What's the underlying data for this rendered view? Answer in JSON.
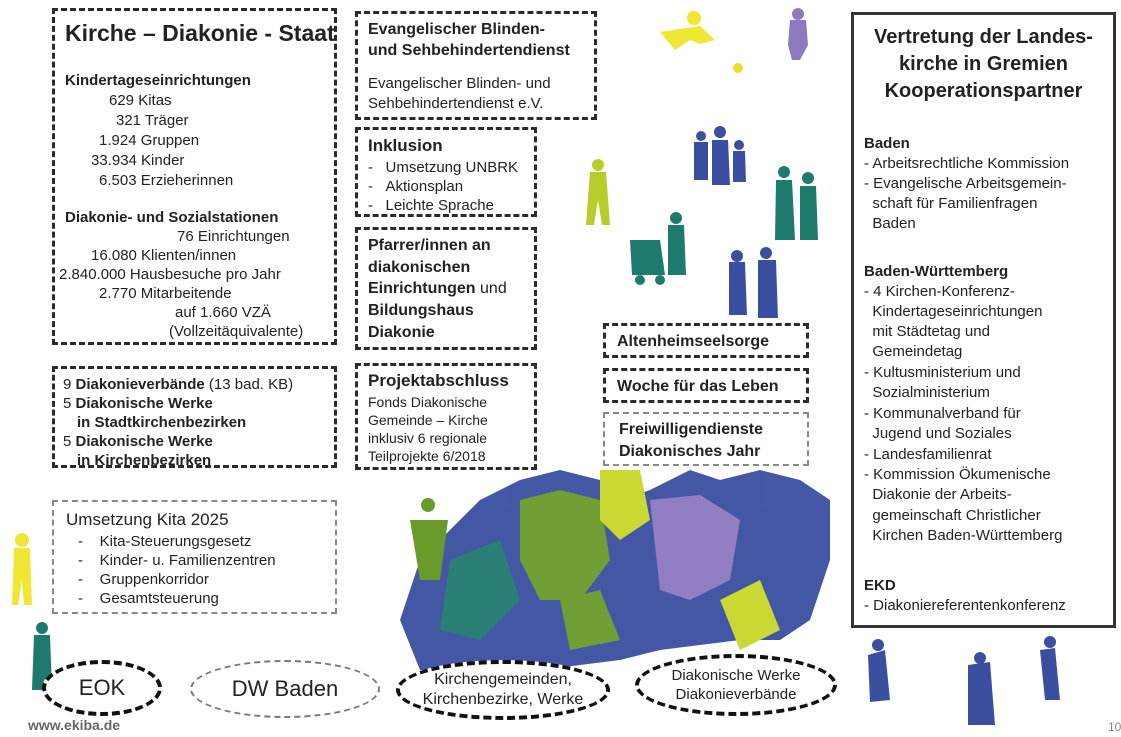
{
  "box_kds": {
    "title": "Kirche – Diakonie - Staat",
    "kita_heading": "Kindertageseinrichtungen",
    "kita_lines": [
      "629 Kitas",
      "321 Träger",
      "1.924 Gruppen",
      "33.934 Kinder",
      "6.503 Erzieherinnen"
    ],
    "diak_heading": "Diakonie- und Sozialstationen",
    "diak_lines": [
      "76 Einrichtungen",
      "16.080 Klienten/innen",
      "2.840.000 Hausbesuche pro Jahr",
      "2.770 Mitarbeitende",
      "auf 1.660 VZÄ",
      "(Vollzeitäquivalente)"
    ]
  },
  "box_verbaende": {
    "l1_num": "9",
    "l1_bold": "Diakonieverbände",
    "l1_rest": "(13 bad. KB)",
    "l2_num": "5",
    "l2_bold": "Diakonische Werke",
    "l2_cont": "in Stadtkirchenbezirken",
    "l3_num": "5",
    "l3_bold": "Diakonische Werke",
    "l3_cont": "in Kirchenbezirken"
  },
  "box_kita2025": {
    "title": "Umsetzung Kita 2025",
    "items": [
      "Kita-Steuerungsgesetz",
      "Kinder- u. Familienzentren",
      "Gruppenkorridor",
      "Gesamtsteuerung"
    ]
  },
  "box_blinden": {
    "title_l1": "Evangelischer Blinden-",
    "title_l2": "und Sehbehindertendienst",
    "body_l1": "Evangelischer Blinden- und",
    "body_l2": "Sehbehindertendienst e.V."
  },
  "box_inklusion": {
    "title": "Inklusion",
    "items": [
      "Umsetzung UNBRK",
      "Aktionsplan",
      "Leichte Sprache"
    ]
  },
  "box_pfarrer": {
    "l1": "Pfarrer/innen an",
    "l2": "diakonischen",
    "l3_bold": "Einrichtungen",
    "l3_rest": "und",
    "l4": "Bildungshaus",
    "l5": "Diakonie"
  },
  "box_projekt": {
    "title": "Projektabschluss",
    "lines": [
      "Fonds Diakonische",
      "Gemeinde – Kirche",
      "inklusiv 6  regionale",
      "Teilprojekte 6/2018"
    ]
  },
  "box_altenheim": {
    "label": "Altenheimseelsorge"
  },
  "box_woche": {
    "label": "Woche für das Leben"
  },
  "box_freiwillig": {
    "l1": "Freiwilligendienste",
    "l2": "Diakonisches Jahr"
  },
  "box_vertretung": {
    "title": [
      "Vertretung der Landes-",
      "kirche in Gremien",
      "Kooperationspartner"
    ],
    "baden_heading": "Baden",
    "baden_items": [
      "- Arbeitsrechtliche Kommission",
      "- Evangelische Arbeitsgemein-",
      "  schaft für Familienfragen",
      "  Baden"
    ],
    "bw_heading": "Baden-Württemberg",
    "bw_items": [
      "- 4 Kirchen-Konferenz-",
      "  Kindertageseinrichtungen",
      "  mit Städtetag und",
      "  Gemeindetag",
      "- Kultusministerium und",
      "  Sozialministerium",
      "- Kommunalverband für",
      "  Jugend und Soziales",
      "- Landesfamilienrat",
      "- Kommission Ökumenische",
      "  Diakonie der Arbeits-",
      "  gemeinschaft Christlicher",
      "  Kirchen Baden-Württemberg"
    ],
    "ekd_heading": "EKD",
    "ekd_items": [
      "- Diakoniereferentenkonferenz"
    ]
  },
  "ellipses": {
    "eok": "EOK",
    "dw": "DW Baden",
    "kirchen_l1": "Kirchengemeinden,",
    "kirchen_l2": "Kirchenbezirke, Werke",
    "diak_l1": "Diakonische Werke",
    "diak_l2": "Diakonieverbände"
  },
  "footer": {
    "url": "www.ekiba.de",
    "page": "10"
  },
  "colors": {
    "green": "#6a9a2c",
    "lime": "#c8d62a",
    "teal": "#1f7a6e",
    "blue": "#3b4fa0",
    "purple": "#8d79c0",
    "yellow": "#f0e634"
  }
}
